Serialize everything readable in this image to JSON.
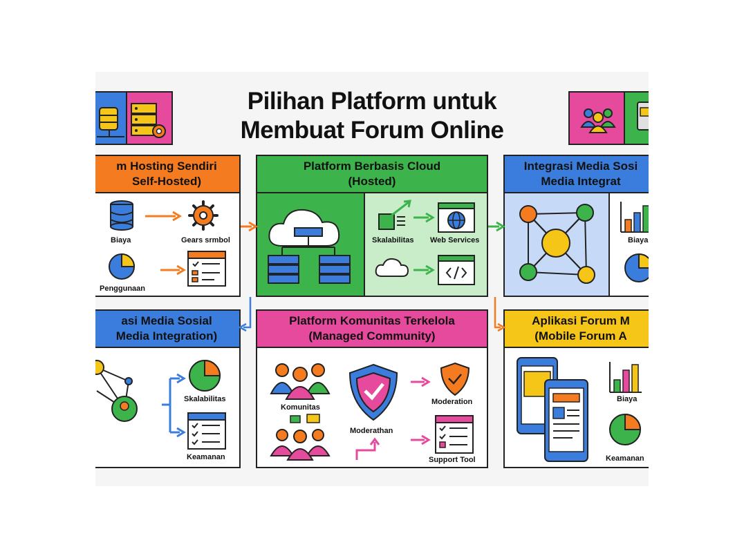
{
  "title": {
    "line1": "Pilihan Platform untuk",
    "line2": "Membuat Forum Online"
  },
  "panels": {
    "self_hosted": {
      "line1": "m Hosting Sendiri",
      "line2": "Self-Hosted)",
      "labels": [
        "Biaya",
        "Gears srmbol",
        "Penggunaan"
      ],
      "color": "#f47b20"
    },
    "cloud": {
      "line1": "Platform Berbasis Cloud",
      "line2": "(Hosted)",
      "labels": [
        "Skalabilitas",
        "Web Services"
      ],
      "color": "#3cb44b"
    },
    "media_top": {
      "line1": "Integrasi Media Sosi",
      "line2": "Media Integrat",
      "labels": [
        "Biaya"
      ],
      "color": "#3b7ddd"
    },
    "media_left": {
      "line1": "asi Media Sosial",
      "line2": "Media Integration)",
      "labels": [
        "Skalabilitas",
        "Keamanan"
      ],
      "color": "#3b7ddd"
    },
    "managed": {
      "line1": "Platform Komunitas Terkelola",
      "line2": "(Managed Community)",
      "labels": [
        "Komunitas",
        "Moderation",
        "Moderathan",
        "Support Tool"
      ],
      "color": "#e64a9c"
    },
    "mobile": {
      "line1": "Aplikasi Forum M",
      "line2": "(Mobile Forum A",
      "labels": [
        "Biaya",
        "Keamanan"
      ],
      "color": "#f5c518"
    }
  },
  "icons": [
    "database-icon",
    "server-gear-icon",
    "people-group-icon",
    "mobile-chat-icon",
    "cloud-server-icon",
    "shield-check-icon",
    "gear-icon",
    "pie-chart-icon",
    "bar-chart-icon",
    "checklist-icon",
    "globe-icon",
    "code-icon",
    "network-icon",
    "phone-icon"
  ]
}
